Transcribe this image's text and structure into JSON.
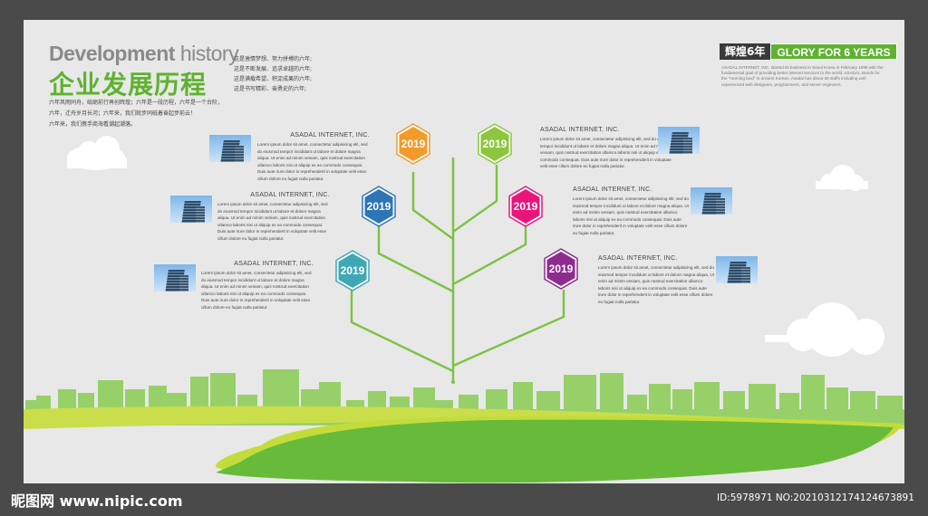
{
  "header": {
    "title_en_bold": "Development",
    "title_en_light": " history",
    "title_cn": "企业发展历程"
  },
  "poem": [
    "这是激情梦想、努力拼搏的六年;",
    "这是不断发展、追求卓越的六年;",
    "这是满载希望、积淀成果的六年;",
    "这是书写精彩、奋勇史的六年;"
  ],
  "intro": [
    "六年风雨同舟，砥砺前行再创辉煌；六年是一段历程，六年是一个台阶，",
    "六年，迁舟岁月长河；六年来，我们就步同砥着奋起步前云！",
    "六年来，我们携手商海看潮起潮落。"
  ],
  "badge": {
    "left": "辉煌6年",
    "right": "GLORY FOR 6 YEARS"
  },
  "side_text": "ASADAL INTERNET, INC. started its business in Seoul Korea in February 1998 with the fundamental goal of providing better internet services to the world. ASADAL stands for the \"morning land\" in ancient Korean. Asadal has about 30 staffs including well experienced web designers, programmers, and server engineers.",
  "entries": [
    {
      "company": "ASADAL INTERNET, INC.",
      "body": "Lorem ipsum dolor sit amet, consectetur adipisicing elit, sed do eiusmod tempor incididunt ut labore et dolore magna aliqua. Ut enim ad minim veniam, quis nostrud exercitation ullamco laboris nisi ut aliquip ex ea commodo consequat. Duis aute irure dolor in reprehenderit in voluptate velit esse cillum dolore eu fugiat nulla pariatur."
    },
    {
      "company": "ASADAL INTERNET, INC.",
      "body": "Lorem ipsum dolor sit amet, consectetur adipisicing elit, sed do eiusmod tempor incididunt ut labore et dolore magna aliqua. Ut enim ad minim veniam, quis nostrud exercitation ullamco laboris nisi ut aliquip ex ea commodo consequat. Duis aute irure dolor in reprehenderit in voluptate velit esse cillum dolore eu fugiat nulla pariatur."
    },
    {
      "company": "ASADAL INTERNET, INC.",
      "body": "Lorem ipsum dolor sit amet, consectetur adipisicing elit, sed do eiusmod tempor incididunt ut labore et dolore magna aliqua. Ut enim ad minim veniam, quis nostrud exercitation ullamco laboris nisi ut aliquip ex ea commodo consequat. Duis aute irure dolor in reprehenderit in voluptate velit esse cillum dolore eu fugiat nulla pariatur."
    },
    {
      "company": "ASADAL INTERNET, INC.",
      "body": "Lorem ipsum dolor sit amet, consectetur adipisicing elit, sed do eiusmod tempor incididunt ut labore et dolore magna aliqua. Ut enim ad minim veniam, quis nostrud exercitation ullamco laboris nisi ut aliquip ex ea commodo consequat. Duis aute irure dolor in reprehenderit in voluptate velit esse cillum dolore eu fugiat nulla pariatur."
    },
    {
      "company": "ASADAL INTERNET, INC.",
      "body": "Lorem ipsum dolor sit amet, consectetur adipisicing elit, sed do eiusmod tempor incididunt ut labore et dolore magna aliqua. Ut enim ad minim veniam, quis nostrud exercitation ullamco laboris nisi ut aliquip ex ea commodo consequat. Duis aute irure dolor in reprehenderit in voluptate velit esse cillum dolore eu fugiat nulla pariatur."
    },
    {
      "company": "ASADAL INTERNET, INC.",
      "body": "Lorem ipsum dolor sit amet, consectetur adipisicing elit, sed do eiusmod tempor incididunt ut labore et dolore magna aliqua. Ut enim ad minim veniam, quis nostrud exercitation ullamco laboris nisi ut aliquip ex ea commodo consequat. Duis aute irure dolor in reprehenderit in voluptate velit esse cillum dolore eu fugiat nulla pariatur."
    }
  ],
  "milestones": [
    {
      "year": "2019",
      "color": "#f39a2b"
    },
    {
      "year": "2019",
      "color": "#8cc63f"
    },
    {
      "year": "2019",
      "color": "#2e75b6"
    },
    {
      "year": "2019",
      "color": "#e9157a"
    },
    {
      "year": "2019",
      "color": "#3fa7b5"
    },
    {
      "year": "2019",
      "color": "#8e2b8f"
    }
  ],
  "colors": {
    "tree": "#7cc242",
    "grass": "#6cbf3a",
    "city": "#8ccd5a",
    "accent": "#5fb230"
  },
  "watermark": {
    "left": "昵图网 www.nipic.com",
    "right": "ID:5978971 NO:20210312174124673891"
  }
}
